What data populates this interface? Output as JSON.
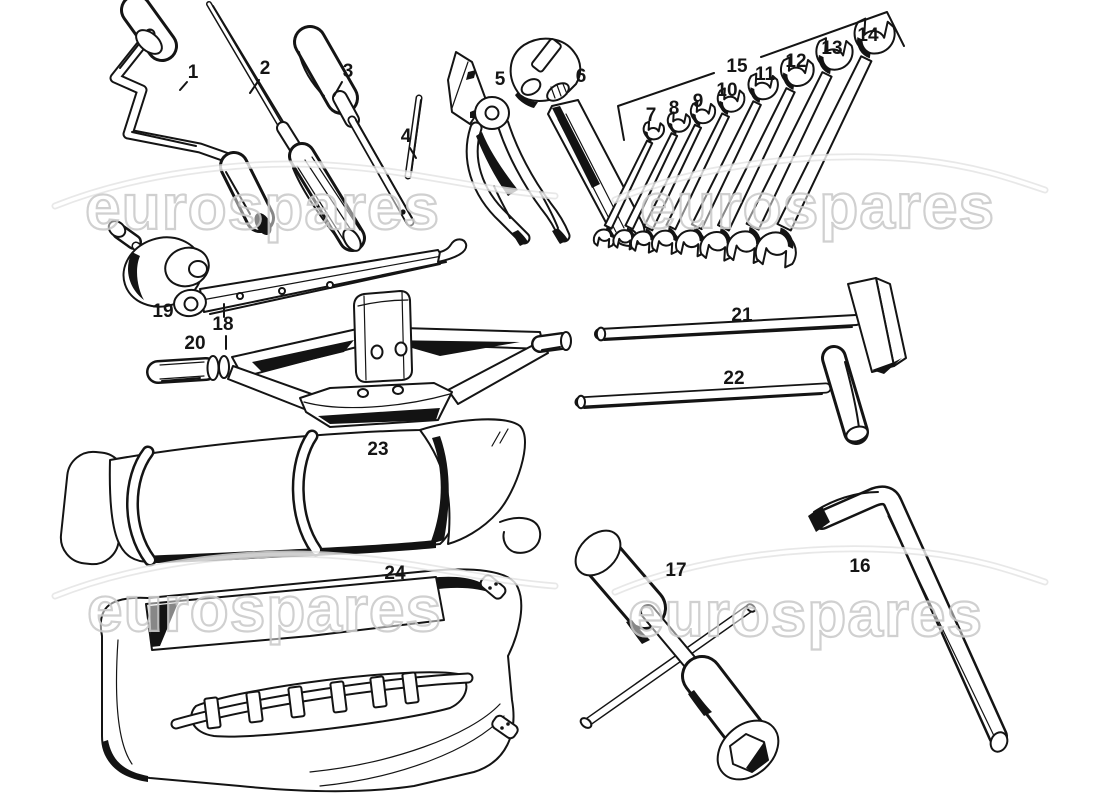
{
  "watermark": {
    "text": "eurospares"
  },
  "parts": {
    "n1": "1",
    "n2": "2",
    "n3": "3",
    "n4": "4",
    "n5": "5",
    "n6": "6",
    "n7": "7",
    "n8": "8",
    "n9": "9",
    "n10": "10",
    "n11": "11",
    "n12": "12",
    "n13": "13",
    "n14": "14",
    "n15": "15",
    "n16": "16",
    "n17": "17",
    "n18": "18",
    "n19": "19",
    "n20": "20",
    "n21": "21",
    "n22": "22",
    "n23": "23",
    "n24": "24"
  }
}
